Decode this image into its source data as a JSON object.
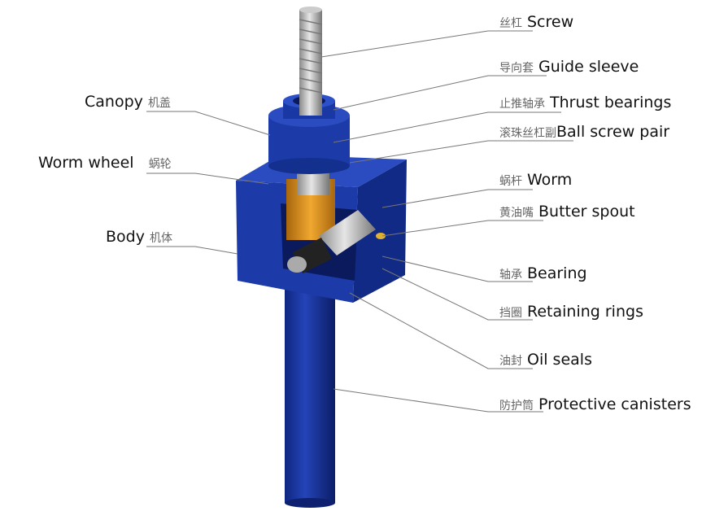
{
  "colors": {
    "body_blue": "#1c3aa8",
    "dark_blue": "#10247a",
    "thread_gray": "#b8b8b8",
    "bronze": "#d08a1c",
    "leader": "#777777"
  },
  "labels": {
    "screw": {
      "zh": "丝杠",
      "en": "Screw"
    },
    "guide_sleeve": {
      "zh": "导向套",
      "en": "Guide sleeve"
    },
    "thrust_bearings": {
      "zh": "止推轴承",
      "en": "Thrust bearings"
    },
    "ball_screw_pair": {
      "zh": "滚珠丝杠副",
      "en": "Ball screw pair"
    },
    "worm": {
      "zh": "蜗杆",
      "en": "Worm"
    },
    "butter_spout": {
      "zh": "黄油嘴",
      "en": "Butter spout"
    },
    "bearing": {
      "zh": "轴承",
      "en": "Bearing"
    },
    "retaining_rings": {
      "zh": "挡圈",
      "en": "Retaining rings"
    },
    "oil_seals": {
      "zh": "油封",
      "en": "Oil seals"
    },
    "protective_canisters": {
      "zh": "防护筒",
      "en": "Protective canisters"
    },
    "canopy": {
      "en": "Canopy",
      "zh": "机盖"
    },
    "worm_wheel": {
      "en": "Worm wheel",
      "zh": "蜗轮"
    },
    "body": {
      "en": "Body",
      "zh": "机体"
    }
  }
}
